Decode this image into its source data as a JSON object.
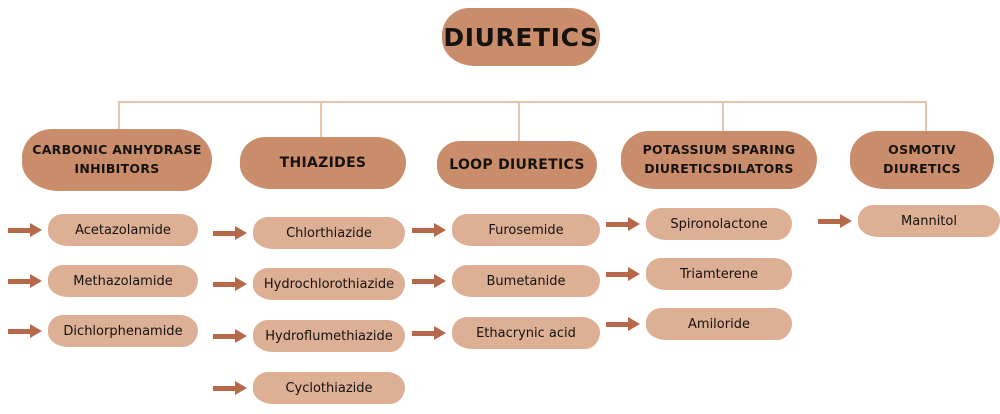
{
  "diagram": {
    "title": "DIURETICS",
    "root": {
      "label": "DIURETICS",
      "color": "#c98d6b"
    },
    "colors": {
      "header_pill": "#c98d6b",
      "item_pill": "#ddaf94",
      "arrow": "#b5694a",
      "connector": "#e8c4ad",
      "text": "#16120f",
      "background": "#ffffff"
    },
    "columns": [
      {
        "header": "CARBONIC ANHYDRASE INHIBITORS",
        "header_line1": "CARBONIC ANHYDRASE",
        "header_line2": "INHIBITORS",
        "items": [
          "Acetazolamide",
          "Methazolamide",
          "Dichlorphenamide"
        ]
      },
      {
        "header": "THIAZIDES",
        "header_line1": "THIAZIDES",
        "header_line2": "",
        "items": [
          "Chlorthiazide",
          "Hydrochlorothiazide",
          "Hydroflumethiazide",
          "Cyclothiazide"
        ]
      },
      {
        "header": "LOOP DIURETICS",
        "header_line1": "LOOP DIURETICS",
        "header_line2": "",
        "items": [
          "Furosemide",
          "Bumetanide",
          "Ethacrynic acid"
        ]
      },
      {
        "header": "POTASSIUM SPARING DIURETICSDILATORS",
        "header_line1": "POTASSIUM SPARING",
        "header_line2": "DIURETICSDILATORS",
        "items": [
          "Spironolactone",
          "Triamterene",
          "Amiloride"
        ]
      },
      {
        "header": "OSMOTIV DIURETICS",
        "header_line1": "OSMOTIV",
        "header_line2": "DIURETICS",
        "items": [
          "Mannitol"
        ]
      }
    ]
  }
}
